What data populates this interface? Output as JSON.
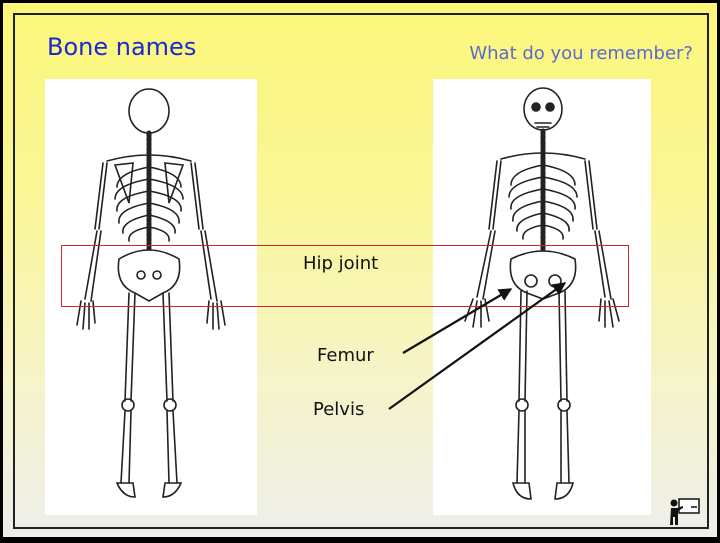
{
  "slide": {
    "title": "Bone names",
    "subtitle": "What do you remember?"
  },
  "labels": {
    "hip_joint": "Hip joint",
    "femur": "Femur",
    "pelvis": "Pelvis"
  },
  "colors": {
    "title": "#1a2ad0",
    "subtitle": "#5a6ad0",
    "highlight_box": "#dd2222",
    "background_top": "#fbf77a",
    "background_bottom": "#eeeeea"
  },
  "icons": {
    "back_view": "skeleton-back-icon",
    "front_view": "skeleton-front-icon",
    "teacher": "teacher-board-icon"
  }
}
